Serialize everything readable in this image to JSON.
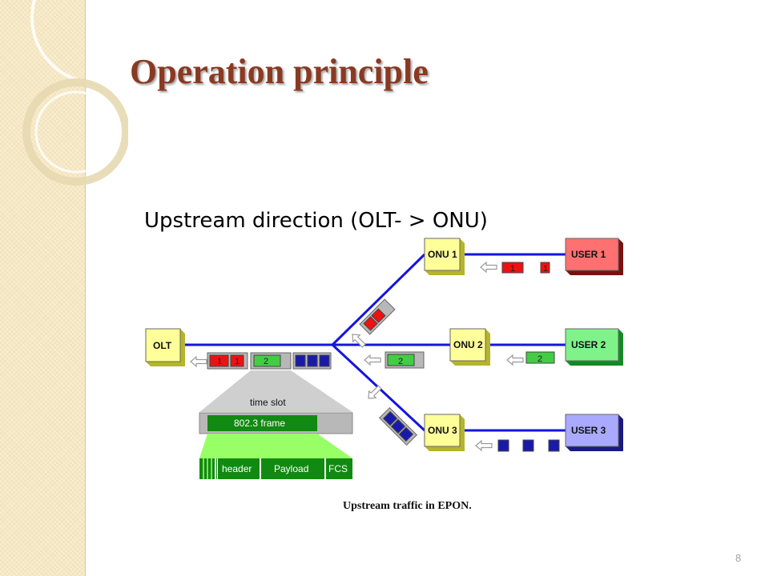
{
  "slide": {
    "title": "Operation principle",
    "page_number": "8"
  },
  "diagram": {
    "heading": "Upstream direction (OLT- > ONU)",
    "caption": "Upstream traffic in EPON.",
    "olt_label": "OLT",
    "onus": [
      "ONU 1",
      "ONU 2",
      "ONU 3"
    ],
    "users": [
      "USER 1",
      "USER 2",
      "USER 3"
    ],
    "packet_labels": {
      "onu1": "1",
      "onu2": "2",
      "olt_red": "1",
      "olt_green": "2"
    },
    "time_slot_label": "time slot",
    "frame_label": "802.3 frame",
    "frame_fields": [
      "header",
      "Payload",
      "FCS"
    ]
  },
  "colors": {
    "title": "#8a3a22",
    "fiber": "#1414e0",
    "onu_fill": "#ffff99",
    "user1": "#ff7070",
    "user2": "#7ff28a",
    "user3": "#a9a9ff",
    "packet_red": "#ee1111",
    "packet_green": "#44cc44",
    "packet_blue": "#1a1aaa"
  }
}
